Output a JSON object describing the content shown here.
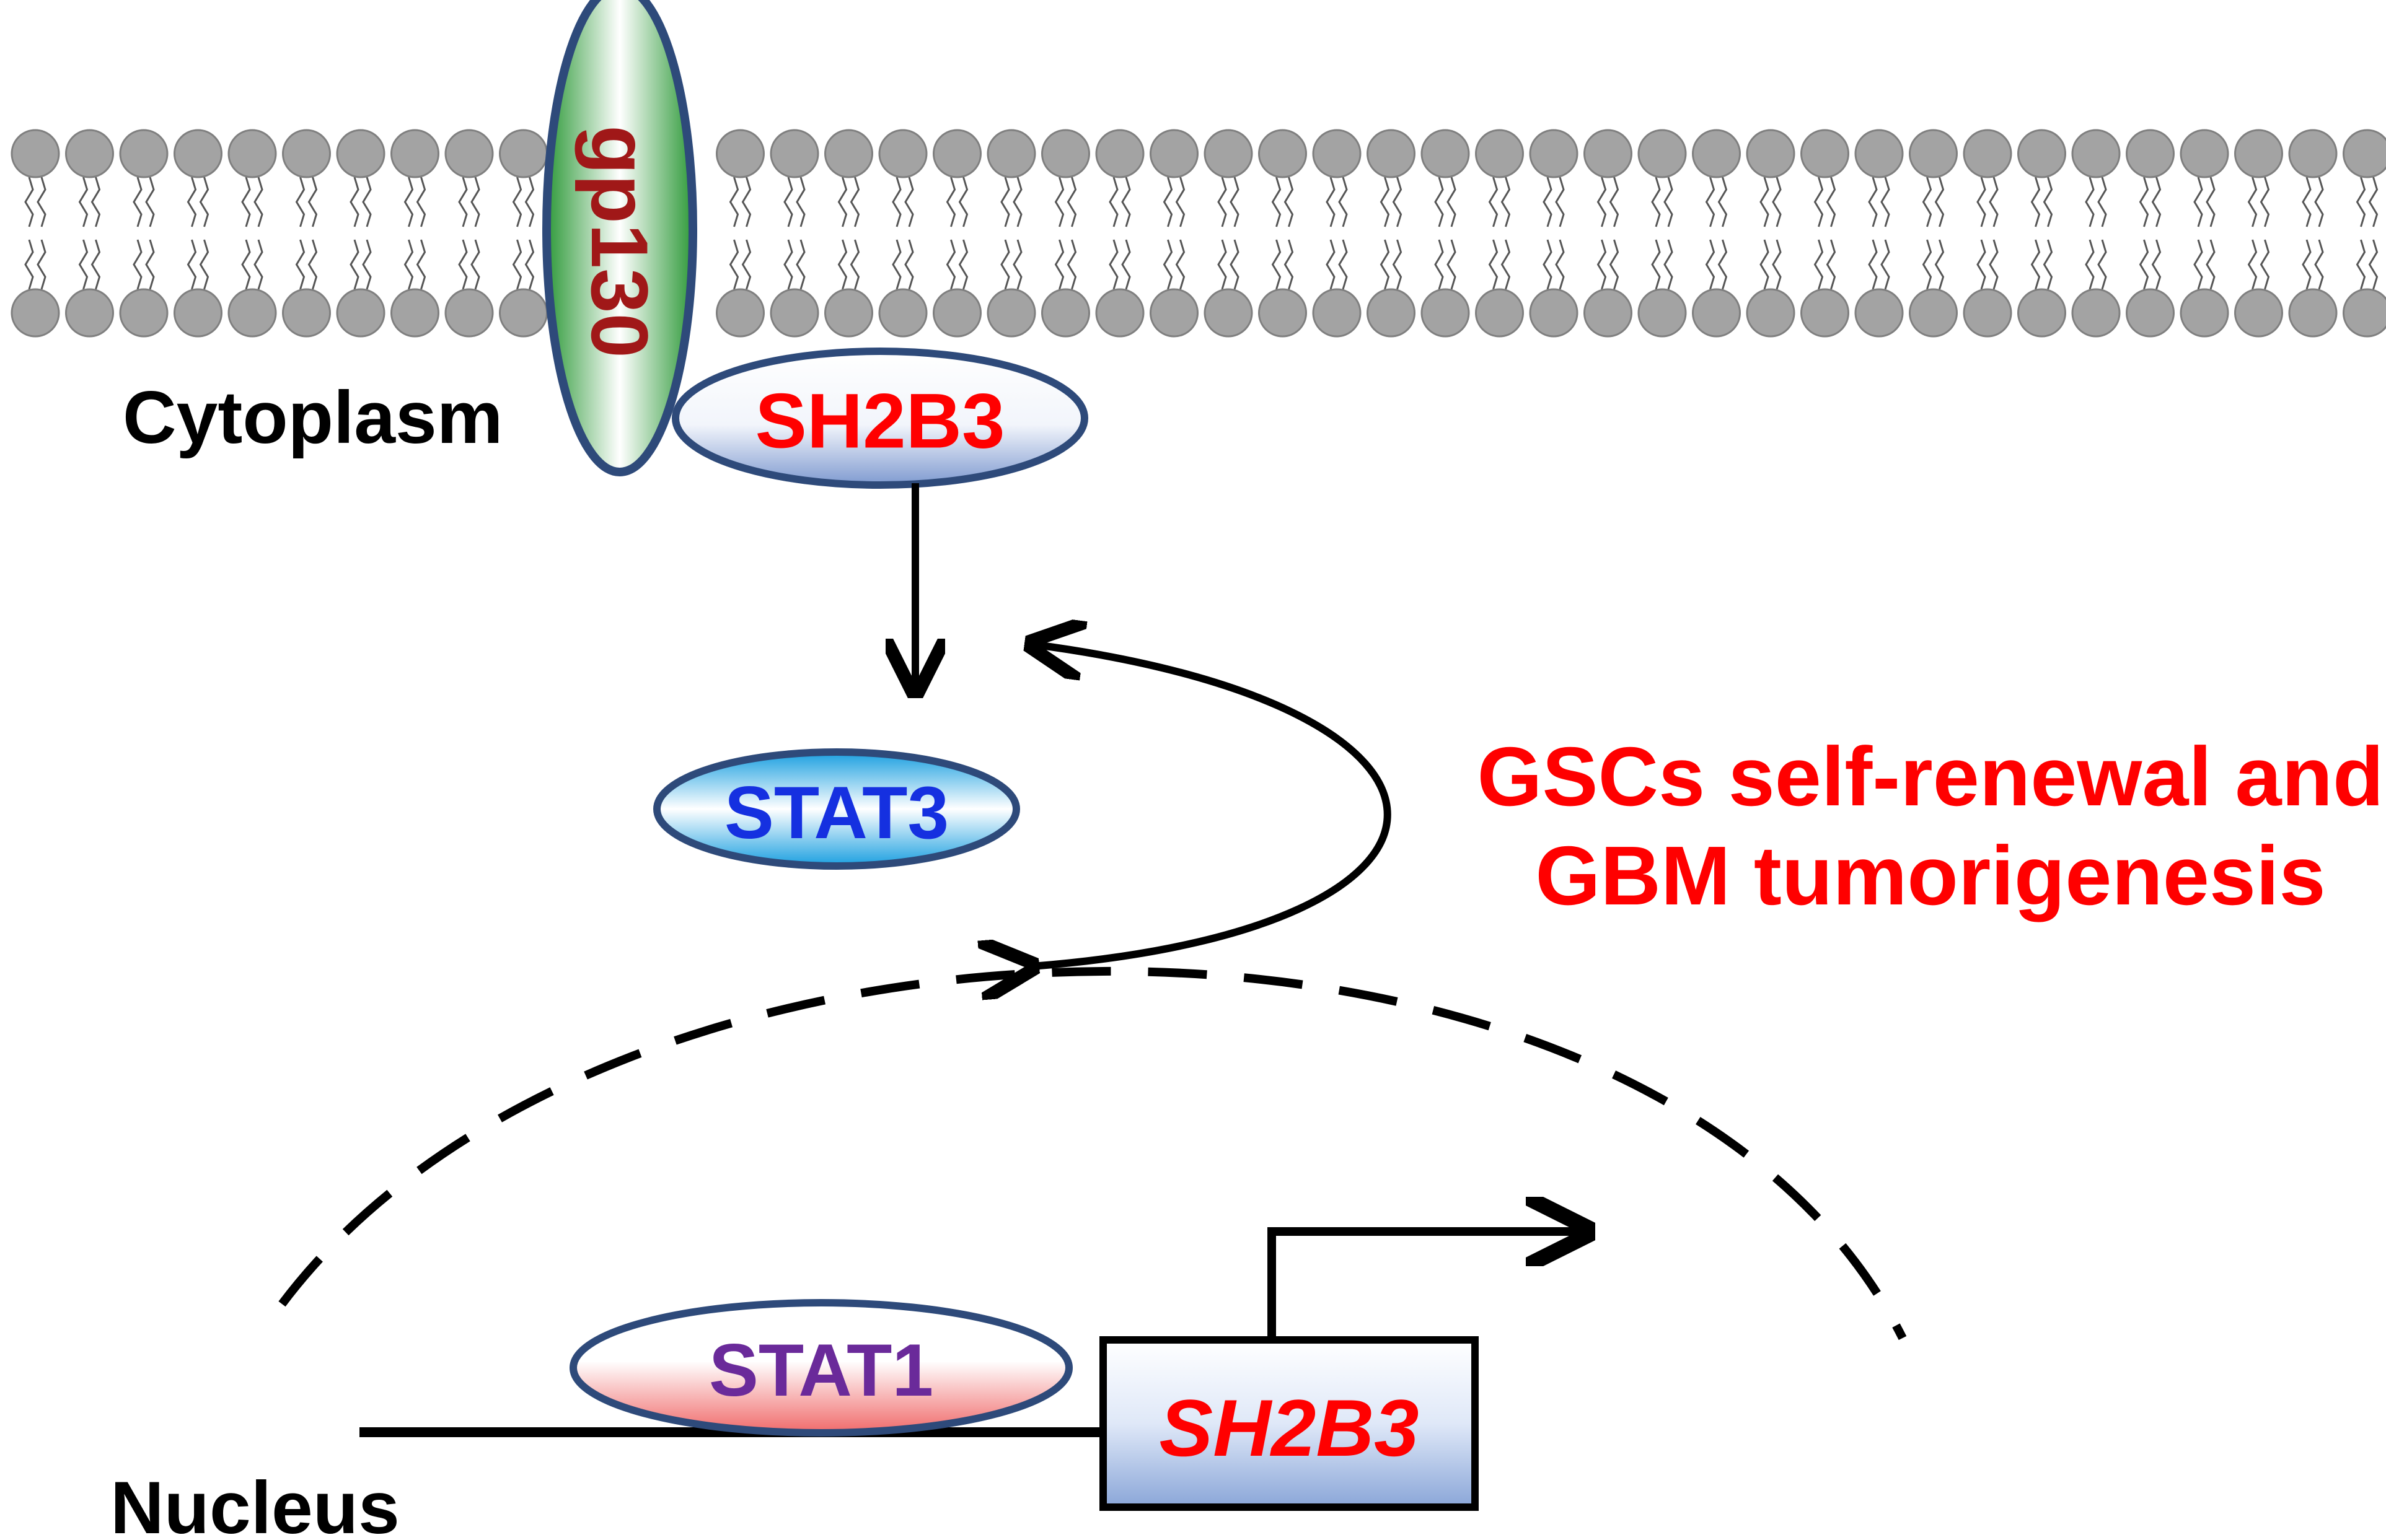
{
  "labels": {
    "gp130": "gp130",
    "cytoplasm": "Cytoplasm",
    "sh2b3_protein": "SH2B3",
    "stat3": "STAT3",
    "outcome_line1": "GSCs self-renewal and",
    "outcome_line2": "GBM tumorigenesis",
    "stat1": "STAT1",
    "sh2b3_gene": "SH2B3",
    "nucleus": "Nucleus"
  },
  "colors": {
    "membrane_head": "#a3a3a3",
    "membrane_head_stroke": "#7f7f7f",
    "outline": "#2e4a7a",
    "red_text": "#ff0000",
    "blue_text": "#1530e0",
    "purple_text": "#6a2a9a",
    "dark_red_text": "#a01818",
    "black": "#000000"
  }
}
